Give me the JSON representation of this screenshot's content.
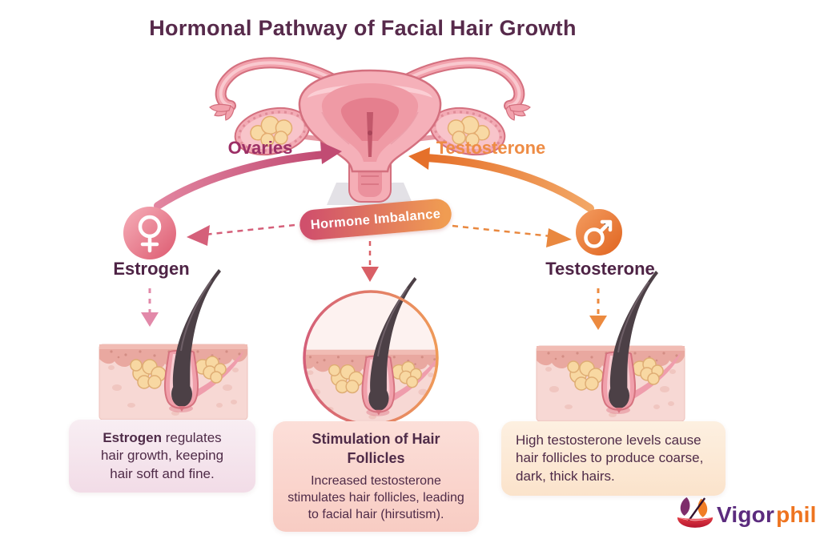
{
  "title": "Hormonal Pathway of Facial Hair Growth",
  "pathway": {
    "ovaries_label": "Ovaries",
    "testosterone_arrow_label": "Testosterone",
    "imbalance_badge_label": "Hormone Imbalance",
    "estrogen_node_label": "Estrogen",
    "testosterone_node_label": "Testosterone"
  },
  "icons": {
    "female_symbol": "female-gender-icon",
    "male_symbol": "male-gender-icon",
    "uterus_illustration": "uterus-ovaries-illustration",
    "hair_follicle": "hair-follicle-skin-cross-section"
  },
  "boxes": {
    "estrogen": {
      "lead": "Estrogen",
      "text": " regulates hair growth, keeping hair soft and fine."
    },
    "stimulation": {
      "heading": "Stimulation of Hair Follicles",
      "body": "Increased testosterone stimulates hair follicles, leading to facial hair (hirsutism)."
    },
    "testosterone": {
      "text": "High testosterone levels cause hair follicles to produce coarse, dark, thick hairs."
    }
  },
  "logo": {
    "name_primary": "Vigor",
    "name_secondary": "phil"
  },
  "colors": {
    "title_text": "#572a4b",
    "ovaries_label": "#9c2f66",
    "testosterone_label": "#ee8c45",
    "badge_gradient_start": "#d0506c",
    "badge_gradient_end": "#f09c52",
    "estrogen_accent": "#dd5a70",
    "testosterone_accent": "#e0641f",
    "skin_tone": "#f7d8d4",
    "hair_color": "#4c4046",
    "logo_primary": "#5b2b7e",
    "logo_secondary": "#ee7420"
  }
}
